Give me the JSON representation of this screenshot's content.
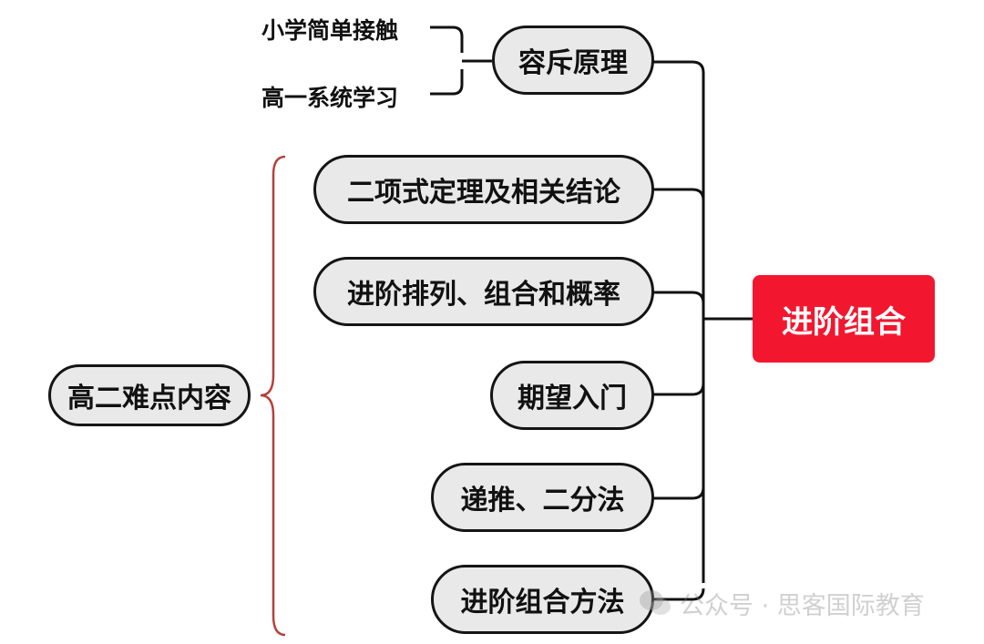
{
  "root": {
    "label": "进阶组合",
    "color": "#f2172f"
  },
  "top_branch": {
    "node": "容斥原理",
    "notes": [
      "小学简单接触",
      "高一系统学习"
    ]
  },
  "branches": [
    "二项式定理及相关结论",
    "进阶排列、组合和概率",
    "期望入门",
    "递推、二分法",
    "进阶组合方法"
  ],
  "group": {
    "label": "高二难点内容",
    "brace_color": "#b5413b"
  },
  "watermark": {
    "text": "公众号 · 思客国际教育",
    "icon": "wechat-icon"
  }
}
